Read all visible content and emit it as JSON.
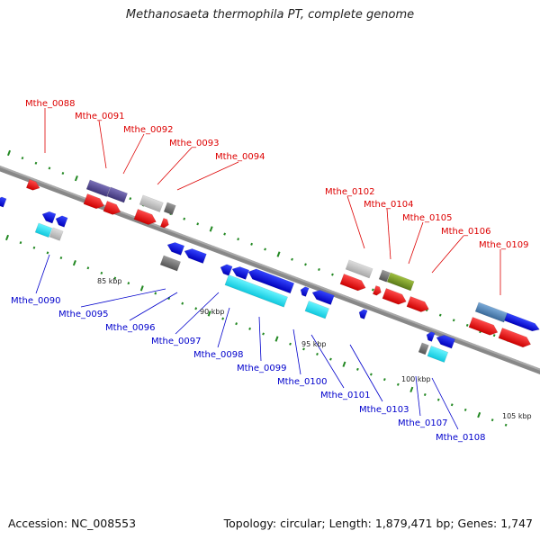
{
  "title": "Methanosaeta thermophila PT, complete genome",
  "footer": {
    "accession": "Accession: NC_008553",
    "summary": "Topology: circular; Length: 1,879,471 bp; Genes: 1,747"
  },
  "ticks": [
    {
      "id": "tick-85kbp",
      "label": "85 kbp"
    },
    {
      "id": "tick-90kbp",
      "label": "90 kbp"
    },
    {
      "id": "tick-95kbp",
      "label": "95 kbp"
    },
    {
      "id": "tick-100kbp",
      "label": "100 kbp"
    },
    {
      "id": "tick-105kbp",
      "label": "105 kbp"
    }
  ],
  "gene_labels": {
    "forward": [
      "Mthe_0088",
      "Mthe_0091",
      "Mthe_0092",
      "Mthe_0093",
      "Mthe_0094",
      "Mthe_0102",
      "Mthe_0104",
      "Mthe_0105",
      "Mthe_0106",
      "Mthe_0109"
    ],
    "reverse": [
      "Mthe_0090",
      "Mthe_0095",
      "Mthe_0096",
      "Mthe_0097",
      "Mthe_0098",
      "Mthe_0099",
      "Mthe_0100",
      "Mthe_0101",
      "Mthe_0103",
      "Mthe_0107",
      "Mthe_0108"
    ]
  },
  "colors": {
    "forward_strand": "#ee0000",
    "reverse_strand": "#0000dd",
    "cyan": "#22e0ee",
    "light_blue": "#44ccee",
    "purple": "#5a4f9a",
    "olive": "#7a9a2a",
    "steel_blue": "#5588bb",
    "grey": "#bbbbbb",
    "dark_grey": "#777777",
    "tick": "#228822",
    "backbone": "#888888"
  }
}
